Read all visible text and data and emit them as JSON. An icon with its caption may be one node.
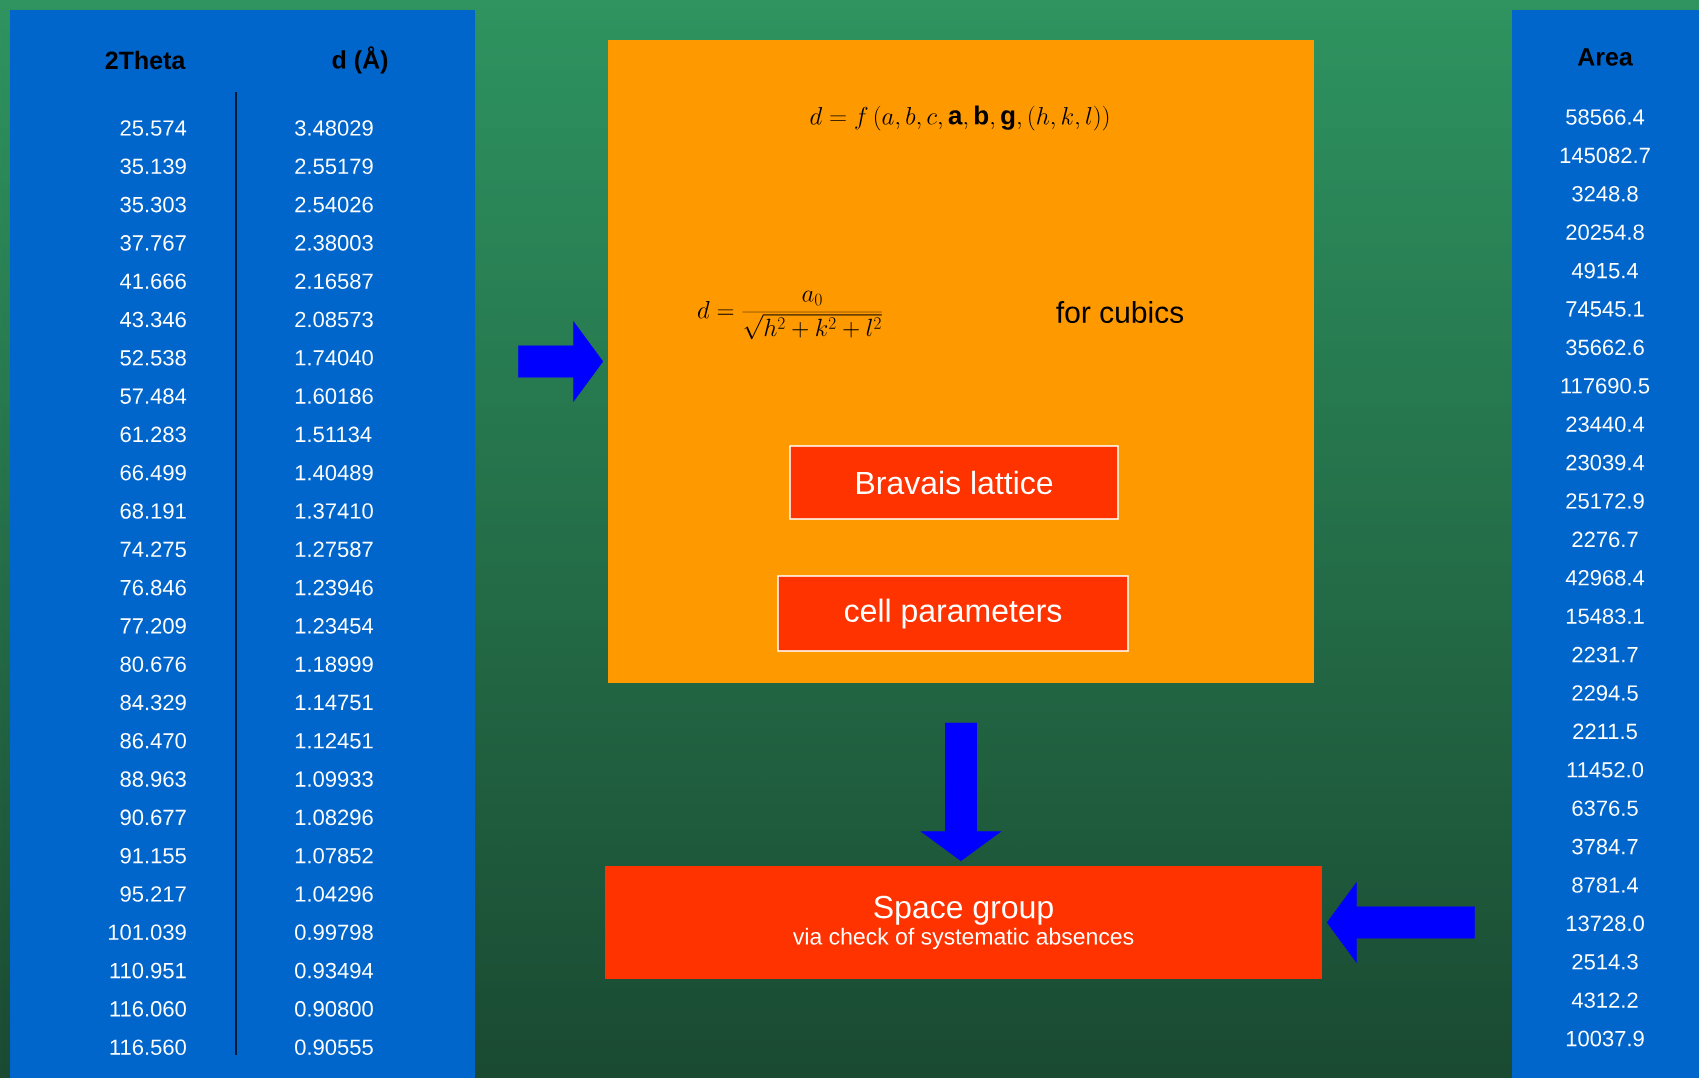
{
  "diagram": {
    "nodes": [
      {
        "text": [
          "2Theta",
          "d (Å)",
          "25.574",
          "3.48029",
          "35.139",
          "2.55179",
          "35.303",
          "2.54026",
          "37.767",
          "2.38003",
          "41.666",
          "2.16587",
          "43.346",
          "2.08573",
          "52.538",
          "1.74040",
          "57.484",
          "1.60186",
          "61.283",
          "1.51134",
          "66.499",
          "1.40489",
          "68.191",
          "1.37410",
          "74.275",
          "1.27587",
          "76.846",
          "1.23946",
          "77.209",
          "1.23454",
          "80.676",
          "1.18999",
          "84.329",
          "1.14751",
          "86.470",
          "1.12451",
          "88.963",
          "1.09933",
          "90.677",
          "1.08296",
          "91.155",
          "1.07852",
          "95.217",
          "1.04296",
          "101.039",
          "0.99798",
          "110.951",
          "0.93494",
          "116.060",
          "0.90800",
          "116.560",
          "0.90555"
        ]
      },
      {
        "text": [
          "d = f\\left(a,b,c,\\mathbf{a},\\mathbf{b},\\mathbf{g},(h,k,l)\\right)",
          "d = \\frac{a_0}{\\sqrt{h^2+k^2+l^2}}",
          "for cubics"
        ]
      },
      {
        "text": [
          "Bravais lattice"
        ],
        "in": 1
      },
      {
        "text": [
          "cell parameters"
        ],
        "in": 1
      },
      {
        "text": [
          "Space group",
          "via check of systematic absences"
        ]
      },
      {
        "text": [
          "Area",
          "58566.4",
          "145082.7",
          "3248.8",
          "20254.8",
          "4915.4",
          "74545.1",
          "35662.6",
          "117690.5",
          "23440.4",
          "23039.4",
          "25172.9",
          "2276.7",
          "42968.4",
          "15483.1",
          "2231.7",
          "2294.5",
          "2211.5",
          "11452.0",
          "6376.5",
          "3784.7",
          "8781.4",
          "13728.0",
          "2514.3",
          "4312.2",
          "10037.9"
        ]
      }
    ],
    "edges": [
      {
        "from": 0,
        "to": 1,
        "arrow": "to"
      },
      {
        "from": 1,
        "to": 4,
        "arrow": "to"
      },
      {
        "from": 5,
        "to": 4,
        "arrow": "to"
      }
    ]
  }
}
